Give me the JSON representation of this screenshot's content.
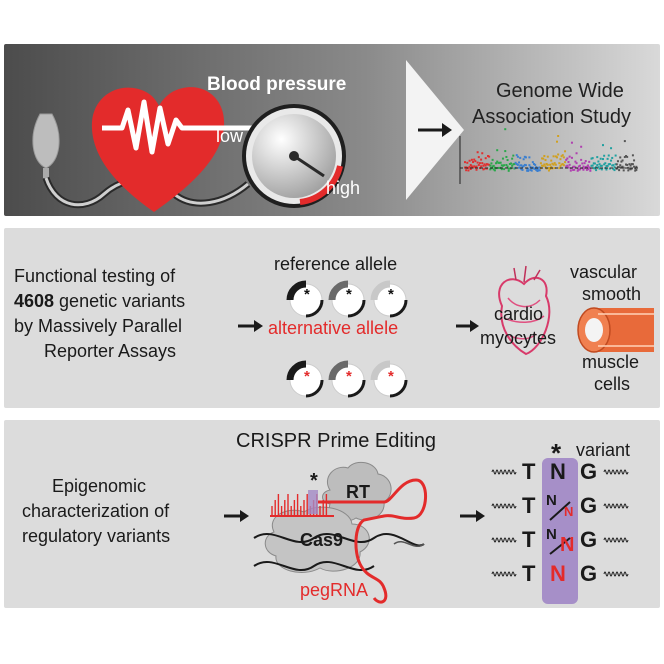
{
  "panel1": {
    "blood_pressure": "Blood pressure",
    "low": "low",
    "high": "high",
    "gwas_line1": "Genome Wide",
    "gwas_line2": "Association Study",
    "colors": {
      "heart": "#e32b2b",
      "dark_bg": "#5a5a5a",
      "red": "#e32b2b"
    }
  },
  "panel2": {
    "line1": "Functional testing of",
    "line2_bold": "4608",
    "line2_rest": " genetic variants",
    "line3": "by Massively Parallel",
    "line4": "Reporter Assays",
    "reference_allele": "reference allele",
    "alternative_allele": "alternative allele",
    "cardio_l1": "cardio",
    "cardio_l2": "myocytes",
    "vsmc_l1": "vascular",
    "vsmc_l2": "smooth",
    "vsmc_l3": "muscle",
    "vsmc_l4": "cells",
    "star": "*"
  },
  "panel3": {
    "title": "CRISPR Prime Editing",
    "epi_l1": "Epigenomic",
    "epi_l2": "characterization of",
    "epi_l3": "regulatory variants",
    "rt": "RT",
    "cas9": "Cas9",
    "pegrna": "pegRNA",
    "star": "*",
    "variant": "variant",
    "rows": [
      {
        "left": "T",
        "mid": "N",
        "right": "G"
      },
      {
        "left": "T",
        "mid": "N",
        "right": "G"
      },
      {
        "left": "T",
        "mid": "N",
        "right": "G"
      },
      {
        "left": "T",
        "mid": "N",
        "right": "G"
      }
    ],
    "sub_n": "N"
  }
}
